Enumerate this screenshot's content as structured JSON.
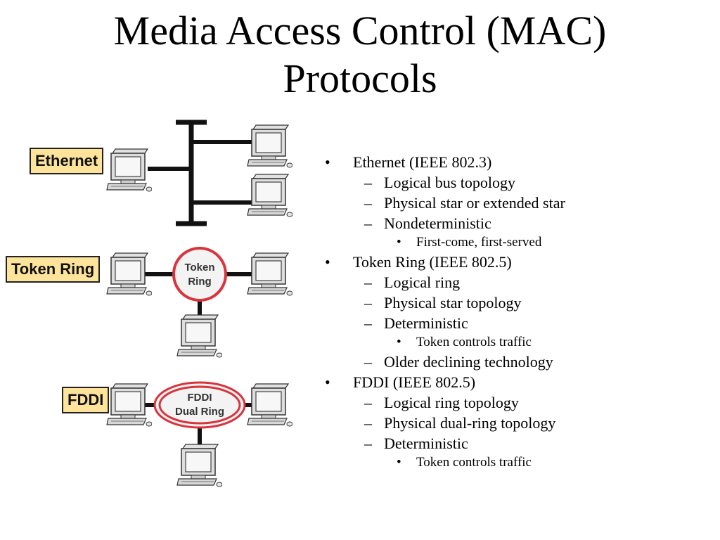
{
  "title": {
    "line1": "Media Access Control (MAC)",
    "line2": "Protocols"
  },
  "diagram": {
    "ethernet_tag": "Ethernet",
    "token_ring_tag": "Token Ring",
    "token_ring_center": [
      "Token",
      "Ring"
    ],
    "fddi_tag": "FDDI",
    "fddi_center": [
      "FDDI",
      "Dual Ring"
    ]
  },
  "bullets": [
    {
      "level": 1,
      "text": "Ethernet (IEEE 802.3)"
    },
    {
      "level": 2,
      "text": "Logical bus topology"
    },
    {
      "level": 2,
      "text": "Physical star or extended star"
    },
    {
      "level": 2,
      "text": "Nondeterministic"
    },
    {
      "level": 3,
      "text": "First-come, first-served"
    },
    {
      "level": 1,
      "text": "Token Ring (IEEE 802.5)"
    },
    {
      "level": 2,
      "text": "Logical ring"
    },
    {
      "level": 2,
      "text": "Physical star topology"
    },
    {
      "level": 2,
      "text": "Deterministic"
    },
    {
      "level": 3,
      "text": "Token controls traffic"
    },
    {
      "level": 2,
      "text": "Older declining technology"
    },
    {
      "level": 1,
      "text": "FDDI (IEEE 802.5)"
    },
    {
      "level": 2,
      "text": "Logical ring topology"
    },
    {
      "level": 2,
      "text": "Physical dual-ring topology"
    },
    {
      "level": 2,
      "text": "Deterministic"
    },
    {
      "level": 3,
      "text": "Token controls traffic"
    }
  ],
  "colors": {
    "tag_fill": "#fde49a",
    "ring_stroke": "#d9333c",
    "ring_fill": "#f3f3f3",
    "link": "#111111"
  }
}
